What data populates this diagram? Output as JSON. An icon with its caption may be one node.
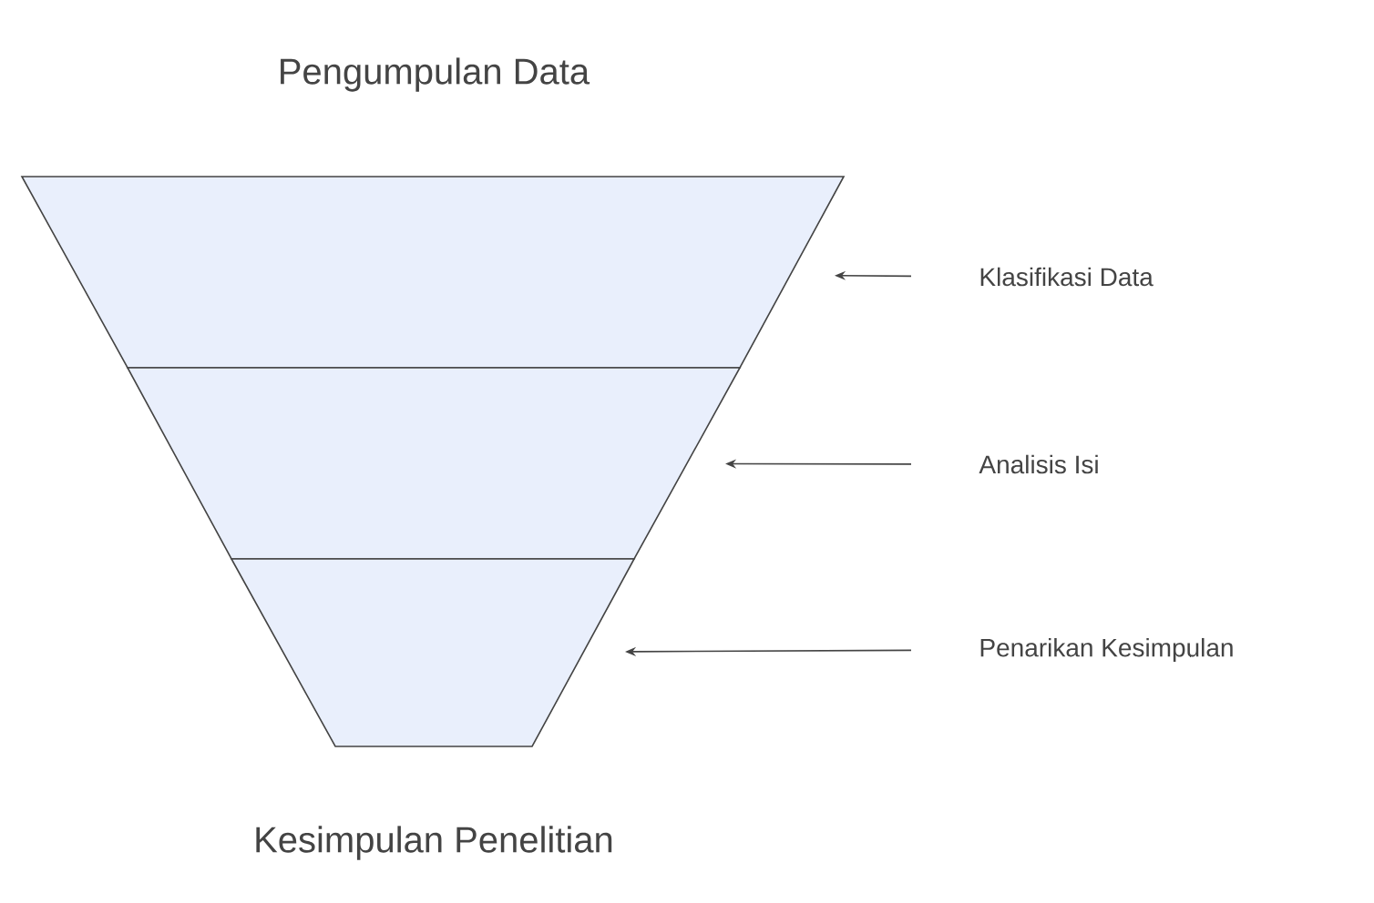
{
  "diagram": {
    "title": "Pengumpulan Data",
    "nodes": [
      {
        "text": [],
        "shape": "trapezoid"
      },
      {
        "text": [],
        "shape": "trapezoid"
      },
      {
        "text": [],
        "shape": "trapezoid"
      },
      {
        "text": [
          "Klasifikasi Data"
        ]
      },
      {
        "text": [
          "Analisis Isi"
        ]
      },
      {
        "text": [
          "Penarikan Kesimpulan"
        ]
      }
    ],
    "edges": [
      {
        "from": 3,
        "to": 0,
        "arrow": "to"
      },
      {
        "from": 4,
        "to": 1,
        "arrow": "to"
      },
      {
        "from": 5,
        "to": 2,
        "arrow": "to"
      }
    ],
    "labels": [
      "Kesimpulan Penelitian"
    ]
  }
}
